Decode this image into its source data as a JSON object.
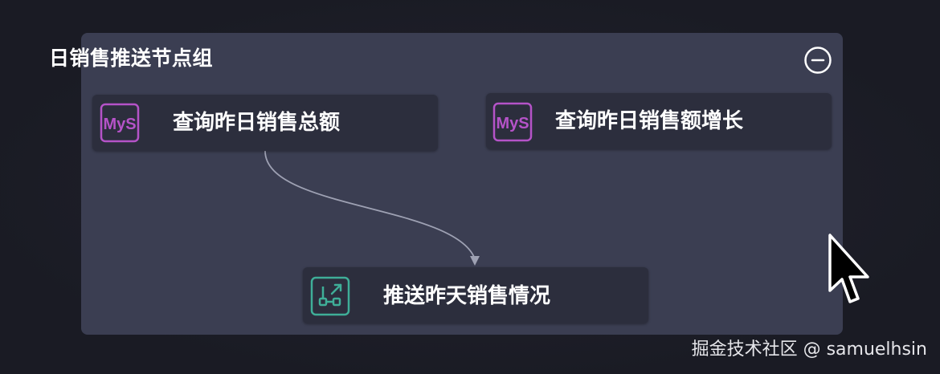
{
  "group": {
    "title": "日销售推送节点组",
    "collapse_icon": "minus-circle-icon"
  },
  "nodes": [
    {
      "label": "查询昨日销售总额",
      "icon": "mysql-icon",
      "icon_text": "MyS",
      "icon_color": "#b553c8"
    },
    {
      "label": "查询昨日销售额增长",
      "icon": "mysql-icon",
      "icon_text": "MyS",
      "icon_color": "#b553c8"
    },
    {
      "label": "推送昨天销售情况",
      "icon": "workflow-push-icon",
      "icon_color": "#3fae98"
    }
  ],
  "colors": {
    "background": "#1b1c25",
    "group_background": "#3b3e52",
    "node_background": "#2c2e3d",
    "edge": "#9ea1b3",
    "text": "#ffffff"
  },
  "watermark": "掘金技术社区 @ samuelhsin"
}
